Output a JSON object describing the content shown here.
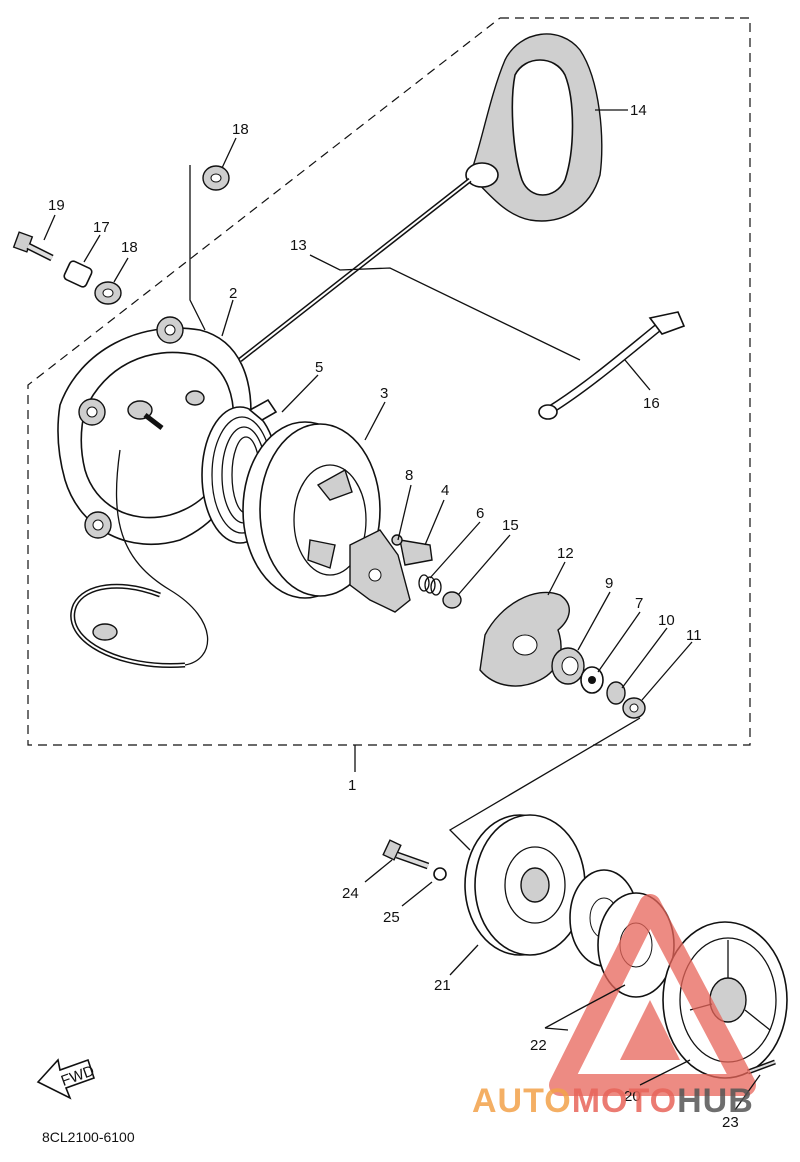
{
  "diagram": {
    "code": "8CL2100-6100",
    "fwd_label": "FWD",
    "callouts": [
      "1",
      "2",
      "3",
      "4",
      "5",
      "6",
      "7",
      "8",
      "9",
      "10",
      "11",
      "12",
      "13",
      "14",
      "15",
      "16",
      "17",
      "18",
      "18",
      "19",
      "20",
      "21",
      "22",
      "23",
      "24",
      "25"
    ]
  },
  "watermark": {
    "part1": "AUTO",
    "part2": "MOTO",
    "part3": "HUB",
    "colors": {
      "auto": "#f3a24a",
      "moto": "#e8655a",
      "hub": "#555555",
      "triangle": "#e8655a"
    }
  }
}
